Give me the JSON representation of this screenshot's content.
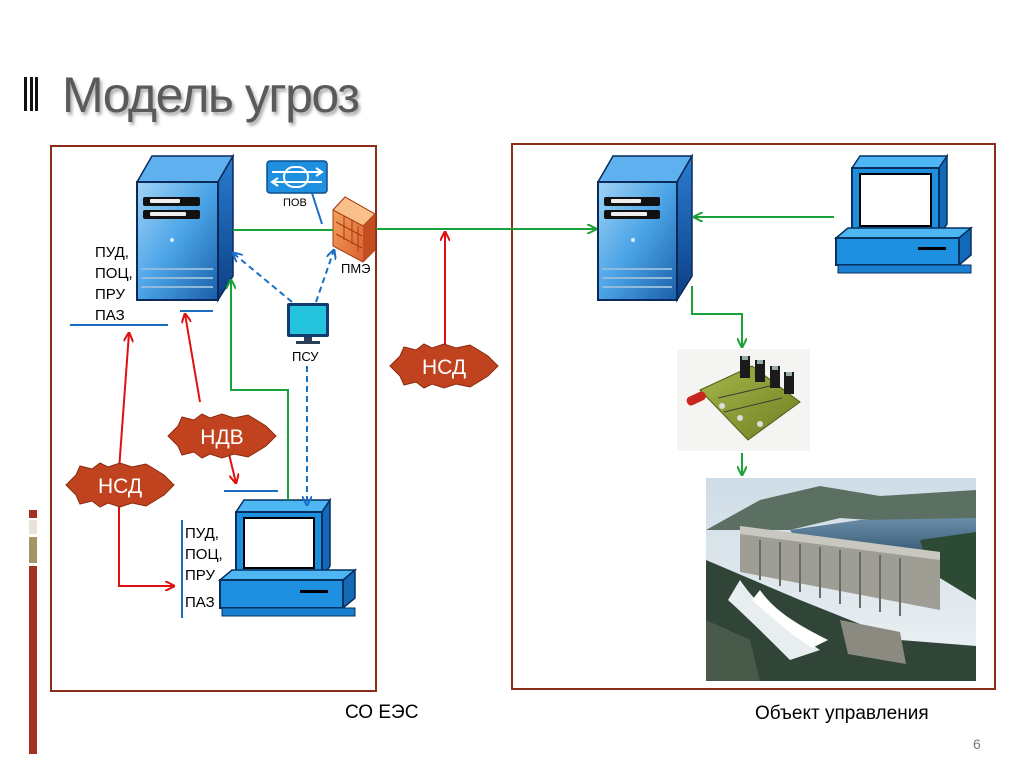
{
  "slide": {
    "title": "Модель угроз",
    "page_number": "6"
  },
  "left_frame": {
    "caption": "СО ЕЭС",
    "pov_label": "ПОВ",
    "pme_label": "ПМЭ",
    "psu_label": "ПСУ",
    "server_roles": [
      "ПУД,",
      "ПОЦ,",
      "ПРУ",
      "ПАЗ"
    ],
    "workstation_roles": [
      "ПУД,",
      "ПОЦ,",
      "ПРУ",
      "ПАЗ"
    ]
  },
  "right_frame": {
    "caption": "Объект управления"
  },
  "threats": {
    "nsd_left": "НСД",
    "ndv": "НДВ",
    "nsd_link": "НСД"
  },
  "colors": {
    "frame": "#8c2d1a",
    "threat_badge": "#c0421f",
    "threat_arrow": "#e01010",
    "data_link": "#1aa23a",
    "control_link": "#1a6fc4",
    "equipment_blue": "#1f8fe0"
  },
  "icons": [
    "server-icon",
    "router-icon",
    "firewall-icon",
    "monitor-icon",
    "workstation-icon",
    "circuit-board-photo",
    "hydro-dam-photo"
  ]
}
